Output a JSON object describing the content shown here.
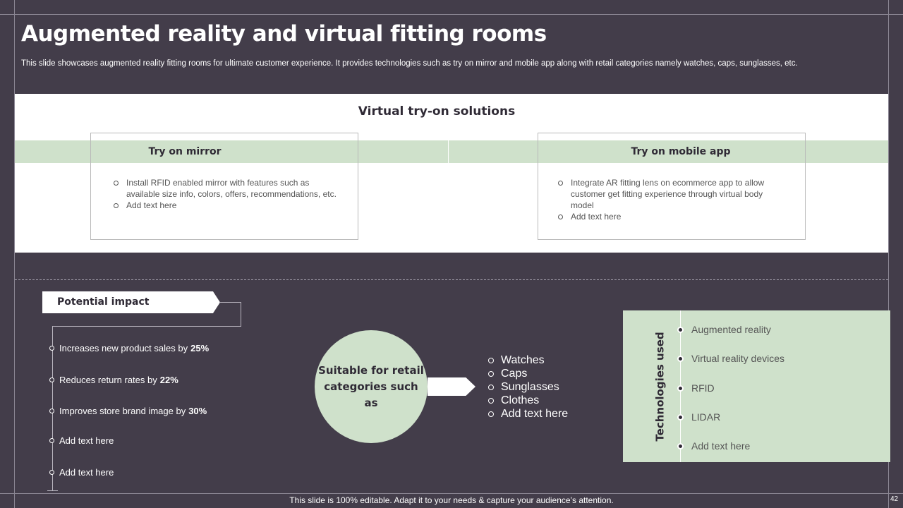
{
  "title": "Augmented reality  and  virtual fitting rooms",
  "subtitle": "This slide showcases augmented reality fitting rooms for ultimate customer experience. It provides technologies such as try on mirror and mobile app along with retail categories namely watches, caps, sunglasses, etc.",
  "solutions": {
    "heading": "Virtual try-on solutions",
    "mirror": {
      "title": "Try on mirror",
      "items": [
        "Install RFID enabled mirror with features such as available  size info, colors, offers, recommendations,  etc.",
        "Add text here"
      ]
    },
    "mobile": {
      "title": "Try on mobile app",
      "items": [
        "Integrate  AR fitting lens on ecommerce app to allow customer get fitting experience through  virtual body model",
        "Add text here"
      ]
    }
  },
  "impact": {
    "label": "Potential impact",
    "items": [
      {
        "text": "Increases  new  product  sales  by",
        "value": "25%"
      },
      {
        "text": "Reduces  return  rates  by",
        "value": "22%"
      },
      {
        "text": "Improves  store  brand  image  by",
        "value": "30%"
      },
      {
        "text": "Add text here",
        "value": ""
      },
      {
        "text": "Add text here",
        "value": ""
      }
    ]
  },
  "categories": {
    "circle_text": "Suitable for retail categories such as",
    "items": [
      "Watches",
      "Caps",
      "Sunglasses",
      "Clothes",
      "Add text here"
    ]
  },
  "technologies": {
    "label": "Technologies used",
    "items": [
      "Augmented reality",
      "Virtual reality devices",
      "RFID",
      "LIDAR",
      "Add text here"
    ]
  },
  "footer": "This slide is 100% editable. Adapt it to your needs & capture your audience’s attention.",
  "page_number": "42",
  "colors": {
    "background": "#433d4a",
    "accent_green": "#cfe1cb",
    "dark_text": "#2f2a35"
  }
}
